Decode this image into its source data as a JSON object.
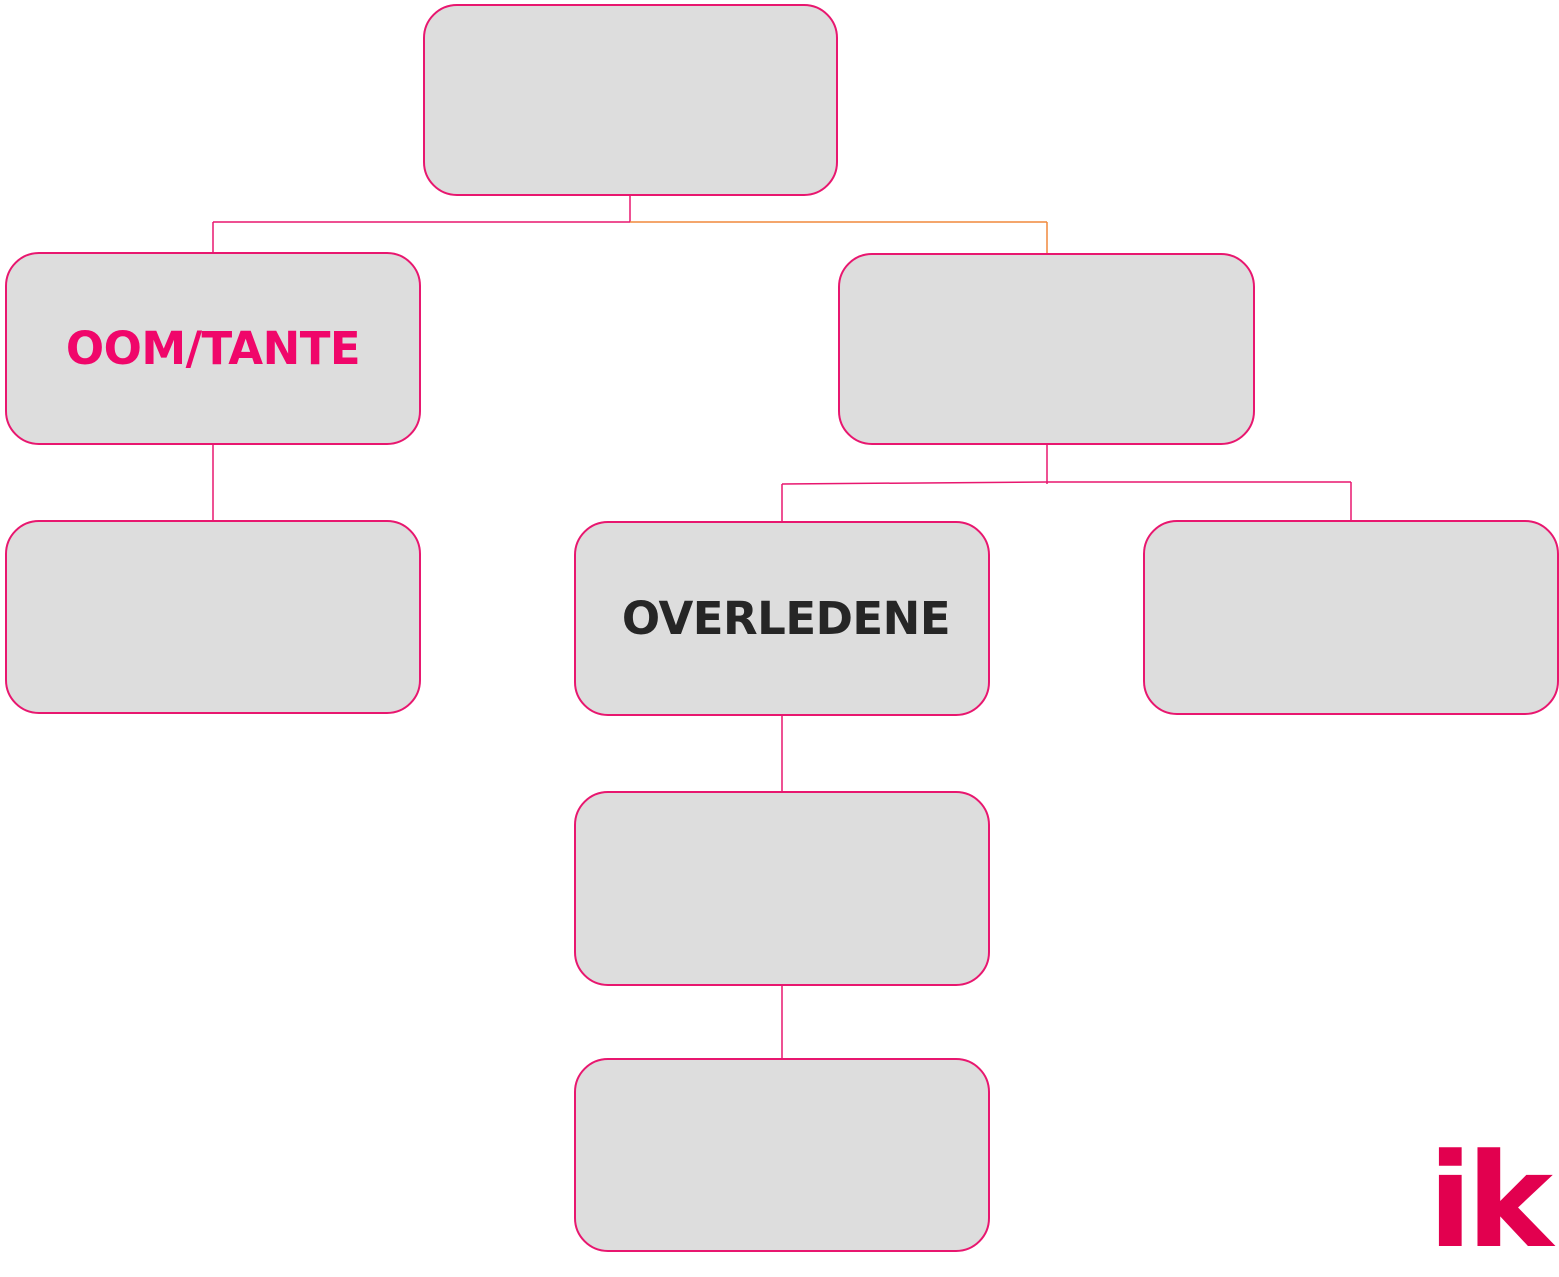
{
  "colors": {
    "node_fill": "#dddddd",
    "node_border": "#e8176f",
    "connector_pink": "#e8176f",
    "connector_orange": "#f0883c",
    "accent_label": "#f0066a",
    "dark_label": "#262626",
    "logo": "#e2004f"
  },
  "diagram": {
    "type": "family-tree",
    "nodes": {
      "grandparent": {
        "label": ""
      },
      "uncle_aunt": {
        "label": "OOM/TANTE"
      },
      "parent": {
        "label": ""
      },
      "cousin": {
        "label": ""
      },
      "deceased": {
        "label": "OVERLEDENE"
      },
      "sibling": {
        "label": ""
      },
      "child": {
        "label": ""
      },
      "grandchild": {
        "label": ""
      }
    },
    "edges": [
      {
        "from": "grandparent",
        "to": "uncle_aunt"
      },
      {
        "from": "grandparent",
        "to": "parent"
      },
      {
        "from": "uncle_aunt",
        "to": "cousin"
      },
      {
        "from": "parent",
        "to": "deceased"
      },
      {
        "from": "parent",
        "to": "sibling"
      },
      {
        "from": "deceased",
        "to": "child"
      },
      {
        "from": "child",
        "to": "grandchild"
      }
    ]
  },
  "logo": {
    "text": "ik",
    "name": "ikl-logo"
  }
}
